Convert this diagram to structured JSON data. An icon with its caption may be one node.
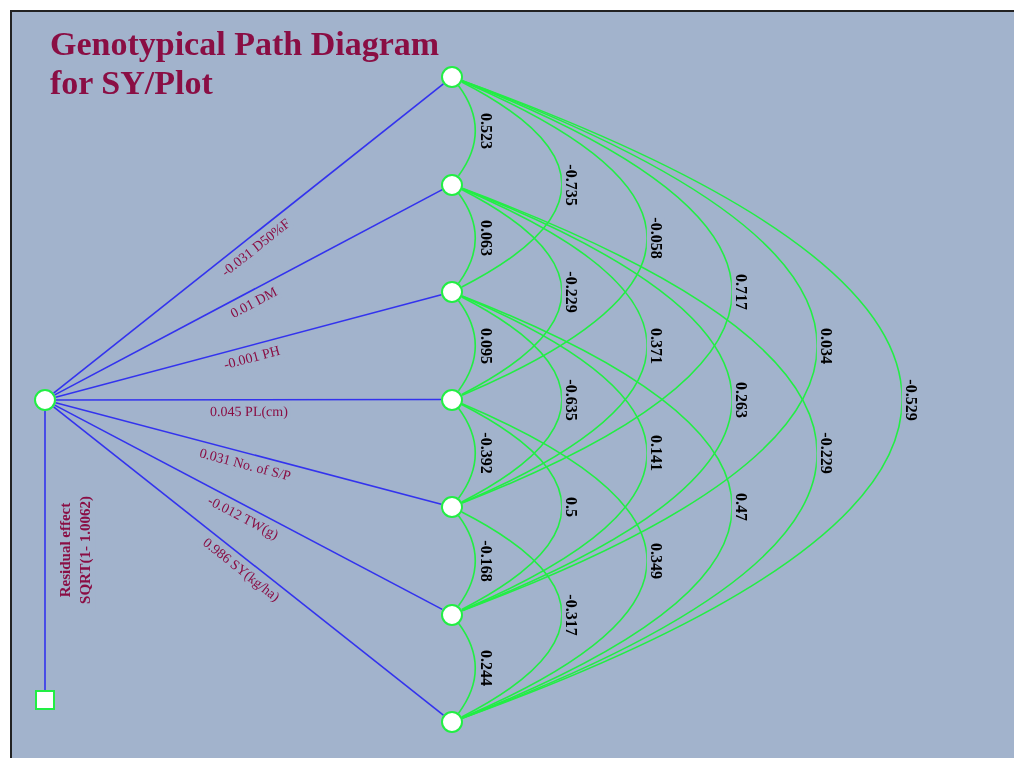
{
  "diagram": {
    "title": "Genotypical Path Diagram for SY/Plot",
    "nodes": [
      {
        "text": [],
        "shape": "circle"
      },
      {
        "text": [],
        "shape": "circle"
      },
      {
        "text": [],
        "shape": "circle"
      },
      {
        "text": [],
        "shape": "circle"
      },
      {
        "text": [],
        "shape": "circle"
      },
      {
        "text": [],
        "shape": "circle"
      },
      {
        "text": [],
        "shape": "circle"
      },
      {
        "text": [],
        "shape": "circle"
      },
      {
        "text": [],
        "shape": "box"
      }
    ],
    "edges": [
      {
        "from": 0,
        "to": 1,
        "arrow": "none",
        "label": "-0.031 D50%F",
        "color": "#3333ee"
      },
      {
        "from": 0,
        "to": 2,
        "arrow": "none",
        "label": "0.01 DM",
        "color": "#3333ee"
      },
      {
        "from": 0,
        "to": 3,
        "arrow": "none",
        "label": "-0.001 PH",
        "color": "#3333ee"
      },
      {
        "from": 0,
        "to": 4,
        "arrow": "none",
        "label": "0.045 PL(cm)",
        "color": "#3333ee"
      },
      {
        "from": 0,
        "to": 5,
        "arrow": "none",
        "label": "0.031 No. of S/P",
        "color": "#3333ee"
      },
      {
        "from": 0,
        "to": 6,
        "arrow": "none",
        "label": "-0.012 TW(g)",
        "color": "#3333ee"
      },
      {
        "from": 0,
        "to": 7,
        "arrow": "none",
        "label": "0.986 SY(kg/ha)",
        "color": "#3333ee"
      },
      {
        "from": 0,
        "to": 8,
        "arrow": "none",
        "label": "Residual effect SQRT(1- 1.0062)",
        "color": "#3333ee"
      },
      {
        "from": 1,
        "to": 2,
        "arrow": "none",
        "label": "0.523"
      },
      {
        "from": 2,
        "to": 3,
        "arrow": "none",
        "label": "0.063"
      },
      {
        "from": 3,
        "to": 4,
        "arrow": "none",
        "label": "0.095"
      },
      {
        "from": 4,
        "to": 5,
        "arrow": "none",
        "label": "-0.392"
      },
      {
        "from": 5,
        "to": 6,
        "arrow": "none",
        "label": "-0.168"
      },
      {
        "from": 6,
        "to": 7,
        "arrow": "none",
        "label": "0.244"
      },
      {
        "from": 1,
        "to": 3,
        "arrow": "none",
        "label": "-0.735"
      },
      {
        "from": 2,
        "to": 4,
        "arrow": "none",
        "label": "-0.229"
      },
      {
        "from": 3,
        "to": 5,
        "arrow": "none",
        "label": "-0.635"
      },
      {
        "from": 4,
        "to": 6,
        "arrow": "none",
        "label": "0.5"
      },
      {
        "from": 5,
        "to": 7,
        "arrow": "none",
        "label": "-0.317"
      },
      {
        "from": 1,
        "to": 4,
        "arrow": "none",
        "label": "-0.058"
      },
      {
        "from": 2,
        "to": 5,
        "arrow": "none",
        "label": "0.371"
      },
      {
        "from": 3,
        "to": 6,
        "arrow": "none",
        "label": "0.141"
      },
      {
        "from": 4,
        "to": 7,
        "arrow": "none",
        "label": "0.349"
      },
      {
        "from": 1,
        "to": 5,
        "arrow": "none",
        "label": "0.717"
      },
      {
        "from": 2,
        "to": 6,
        "arrow": "none",
        "label": "0.263"
      },
      {
        "from": 3,
        "to": 7,
        "arrow": "none",
        "label": "0.47"
      },
      {
        "from": 1,
        "to": 6,
        "arrow": "none",
        "label": "0.034"
      },
      {
        "from": 2,
        "to": 7,
        "arrow": "none",
        "label": "-0.229"
      },
      {
        "from": 1,
        "to": 7,
        "arrow": "none",
        "label": "-0.529"
      }
    ]
  }
}
